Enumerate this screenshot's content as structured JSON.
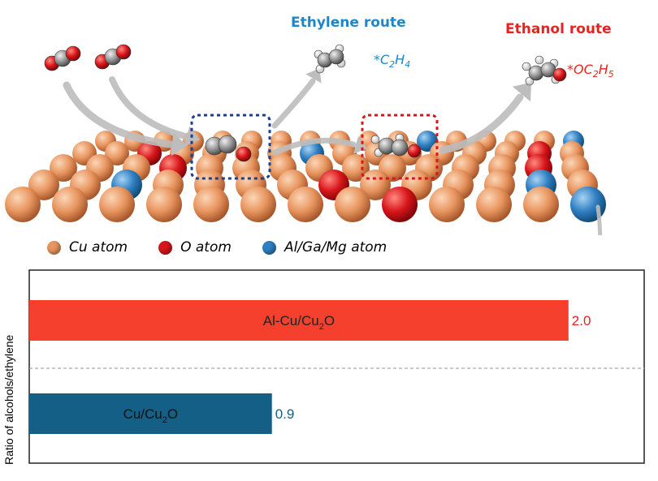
{
  "scheme": {
    "ethylene_route": "Ethylene route",
    "ethanol_route": "Ethanol route",
    "ethylene_species": "*C2H4",
    "ethanol_species": "*OC2H5",
    "colors": {
      "cu": "#e8955f",
      "o": "#d8161b",
      "dopant": "#2f7fc1",
      "ethylene": "#1f87c8",
      "ethanol": "#e8231f",
      "arrow": "#bdbdbd"
    }
  },
  "legend": {
    "cu": "Cu atom",
    "o": "O atom",
    "dopant": "Al/Ga/Mg atom"
  },
  "chart_data": {
    "type": "bar",
    "orientation": "horizontal",
    "ylabel": "Ratio of  alcohols/ethylene",
    "categories": [
      "Al-Cu/Cu2O",
      "Cu/Cu2O"
    ],
    "category_labels": [
      {
        "base": "Al-Cu/Cu",
        "sub": "2",
        "tail": "O"
      },
      {
        "base": "Cu/Cu",
        "sub": "2",
        "tail": "O"
      }
    ],
    "values": [
      2.0,
      0.9
    ],
    "value_labels": [
      "2.0",
      "0.9"
    ],
    "colors": [
      "#f5402d",
      "#135f86"
    ],
    "value_label_colors": [
      "#e8231f",
      "#135f86"
    ],
    "xlim": [
      0,
      2.1
    ],
    "grid": false,
    "separator": "dashed"
  }
}
